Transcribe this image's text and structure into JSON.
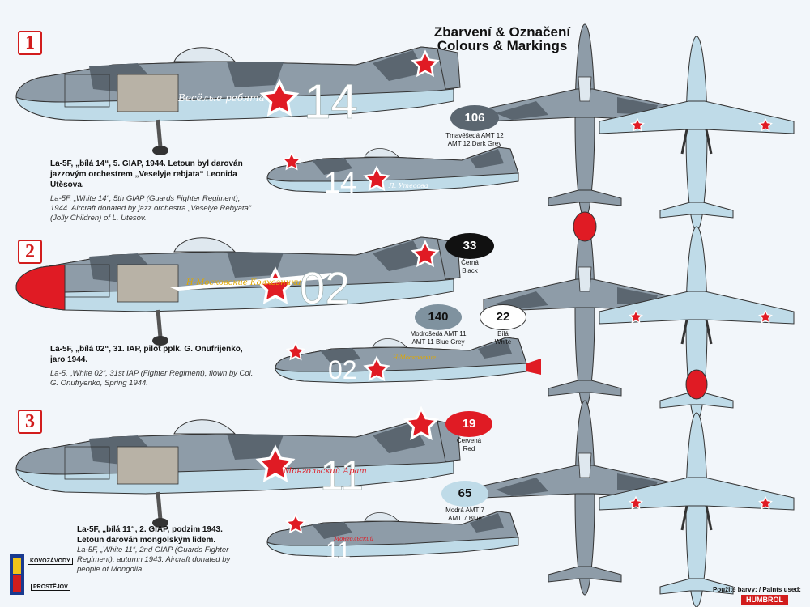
{
  "header": {
    "title_cz": "Zbarvení & Označení",
    "title_en": "Colours & Markings"
  },
  "schemes": [
    {
      "number": "1",
      "desc_cz": "La-5F, „bílá 14“, 5. GIAP, 1944. Letoun byl darován jazzovým orchestrem „Veselyje rebjata“ Leonida Utěsova.",
      "desc_en": "La-5F, „White 14“, 5th GIAP (Guards Fighter Regiment), 1944. Aircraft donated by jazz orchestra „Veselye Rebyata“ (Jolly Children) of L. Utesov.",
      "tail_code": "14",
      "small_code": "14",
      "nose_color": "#c9d3dc",
      "fuselage_script": "Весёлые ребята",
      "small_script": "Л. Утесова"
    },
    {
      "number": "2",
      "desc_cz": "La-5F, „bílá 02“, 31. IAP, pilot pplk. G. Onufrijenko, jaro 1944.",
      "desc_en": "La-5, „White 02“, 31st IAP (Fighter Regiment), flown by Col. G. Onufryenko, Spring 1944.",
      "tail_code": "02",
      "small_code": "02",
      "nose_color": "#e01b24",
      "fuselage_script": "Н-Московские Колхозники",
      "small_script": "Н-Московские"
    },
    {
      "number": "3",
      "desc_cz": "La-5F, „bílá 11“, 2. GIAP, podzim 1943. Letoun darován mongolským lidem.",
      "desc_en": "La-5F, „White 11“, 2nd GIAP (Guards Fighter Regiment), autumn 1943. Aircraft donated by people of Mongolia.",
      "tail_code": "11",
      "small_code": "11",
      "nose_color": "#c9d3dc",
      "fuselage_script": "Монгольский Арат",
      "small_script": "Монгольский"
    }
  ],
  "paints": [
    {
      "code": "106",
      "name_cz": "Tmavěšedá AMT 12",
      "name_en": "AMT 12 Dark Grey",
      "color": "#5b6670",
      "text_color": "#ffffff"
    },
    {
      "code": "33",
      "name_cz": "Černá",
      "name_en": "Black",
      "color": "#111111",
      "text_color": "#ffffff"
    },
    {
      "code": "140",
      "name_cz": "Modrošedá AMT 11",
      "name_en": "AMT 11 Blue Grey",
      "color": "#7f929f",
      "text_color": "#111111"
    },
    {
      "code": "22",
      "name_cz": "Bílá",
      "name_en": "White",
      "color": "#ffffff",
      "text_color": "#111111"
    },
    {
      "code": "19",
      "name_cz": "Červená",
      "name_en": "Red",
      "color": "#e01b24",
      "text_color": "#ffffff"
    },
    {
      "code": "65",
      "name_cz": "Modrá AMT 7",
      "name_en": "AMT 7 Blue",
      "color": "#bfdbe8",
      "text_color": "#111111"
    }
  ],
  "footer": {
    "logo_top": "KOVOZÁVODY",
    "logo_bottom": "PROSTĚJOV",
    "paints_used": "Použité barvy: / Paints used:",
    "brand": "HUMBROL"
  },
  "colors": {
    "blue_grey": "#8e9ca8",
    "dark_grey": "#5b6670",
    "light_blue": "#bfdbe8",
    "red": "#e01b24",
    "white": "#ffffff"
  }
}
